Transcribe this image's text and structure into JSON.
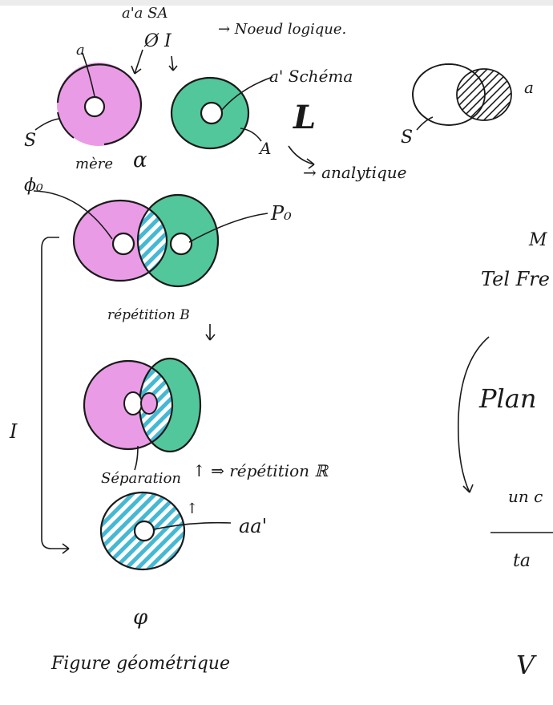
{
  "colors": {
    "paper": "#ffffff",
    "ink": "#1a1a1a",
    "pink": "#ea9be6",
    "green": "#52c79c",
    "cyan": "#45b8d3"
  },
  "labels": {
    "top_aa_sa": "a'a  SA",
    "top_phi_i": "Ø I",
    "noeud_logique": "→ Noeud logique.",
    "a_top": "a",
    "s_left": "S",
    "mere": "mère",
    "alpha": "α",
    "a_prime_schema": "a' Schéma",
    "l_big": "L",
    "a_cap": "A",
    "analytique": "→ analytique",
    "a_right": "a",
    "s_right": "S",
    "phi_zero": "ϕ₀",
    "p_zero": "P₀",
    "repetition_b": "répétition B",
    "arrow_down_1": "↓",
    "separation": "Séparation",
    "repetition_r": "↑ ⇒ répétition ℝ",
    "arrow_up": "↑",
    "aa_prime": "aa'",
    "psi": "φ",
    "figure_geometrique": "Figure géométrique",
    "bracket_i": "I",
    "right_frag_1": "M",
    "right_frag_2": "Tel Fre",
    "right_frag_3": "Plan",
    "right_frag_4": "un c",
    "right_frag_5": "ta",
    "right_frag_6": "V"
  }
}
